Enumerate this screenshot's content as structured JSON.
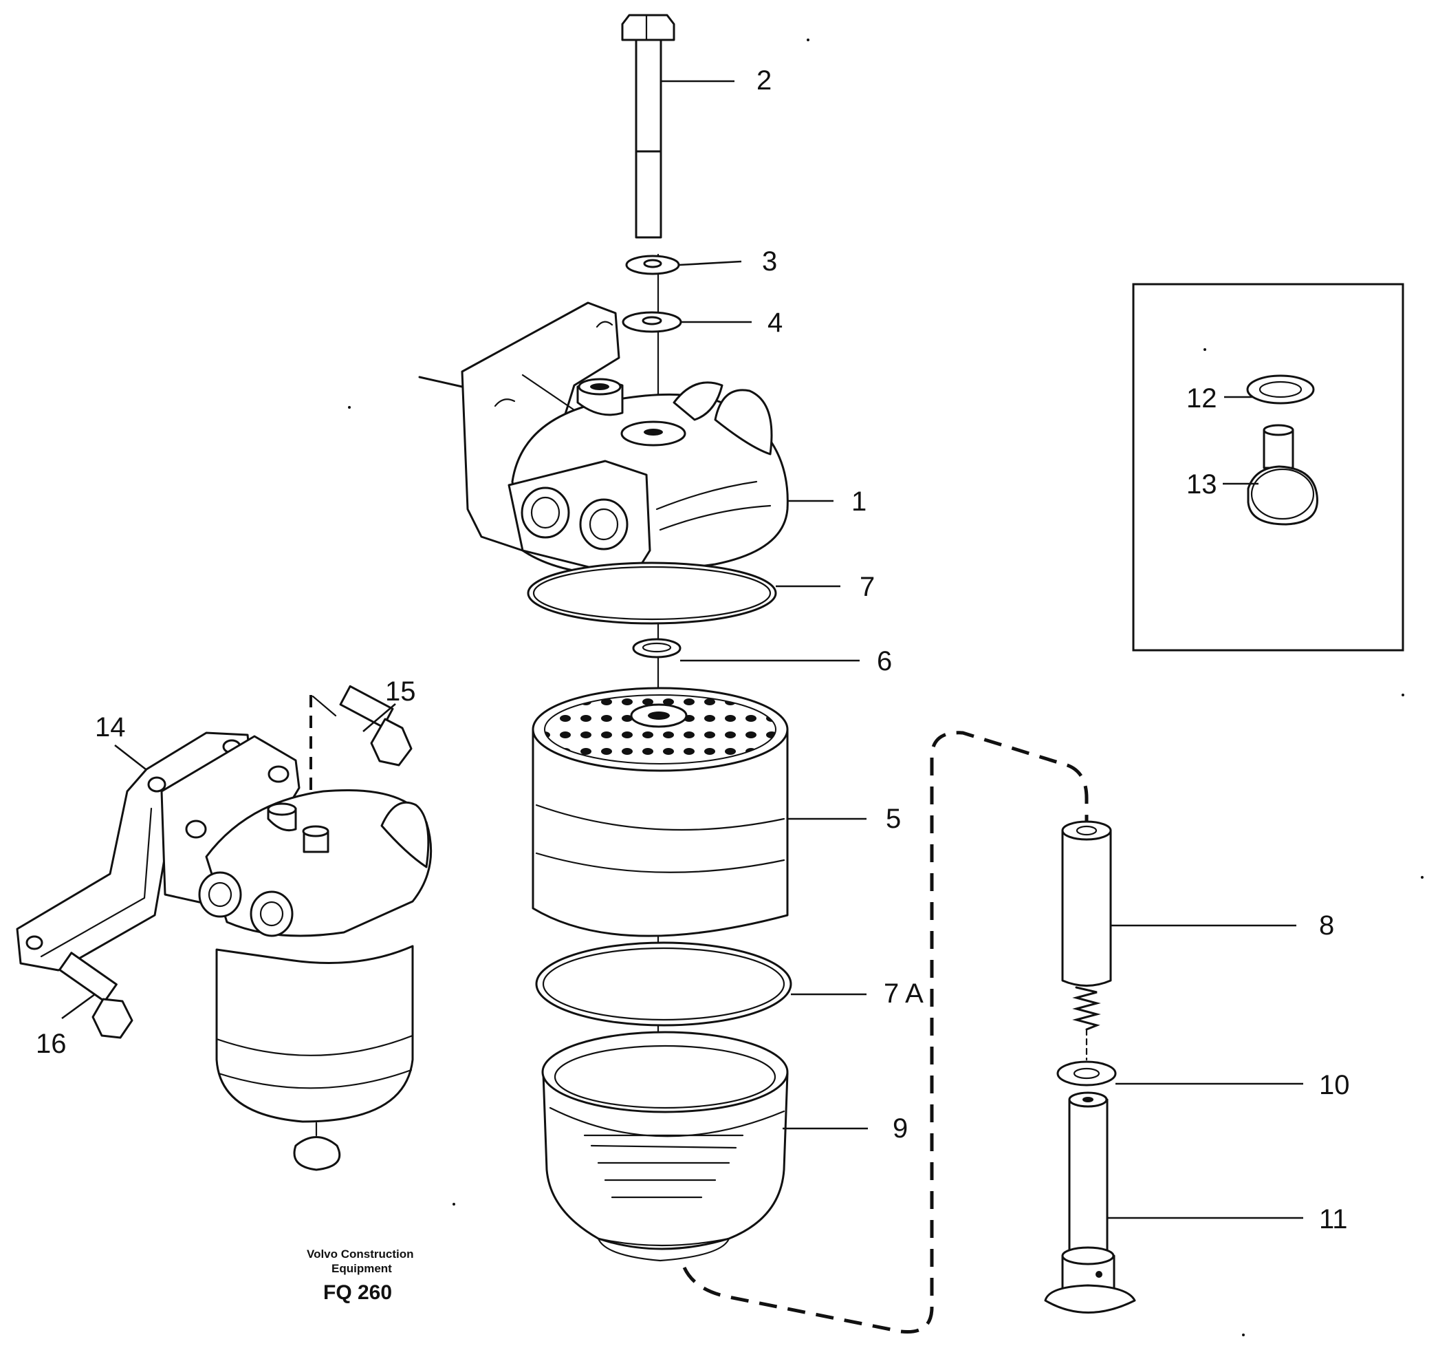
{
  "callouts": {
    "c1": "1",
    "c2": "2",
    "c3": "3",
    "c4": "4",
    "c5": "5",
    "c6": "6",
    "c7": "7",
    "c7a": "7 A",
    "c8": "8",
    "c9": "9",
    "c10": "10",
    "c11": "11",
    "c12": "12",
    "c13": "13",
    "c14": "14",
    "c15": "15",
    "c16": "16"
  },
  "footer": {
    "company_line1": "Volvo Construction",
    "company_line2": "Equipment",
    "figure_code": "FQ 260"
  }
}
